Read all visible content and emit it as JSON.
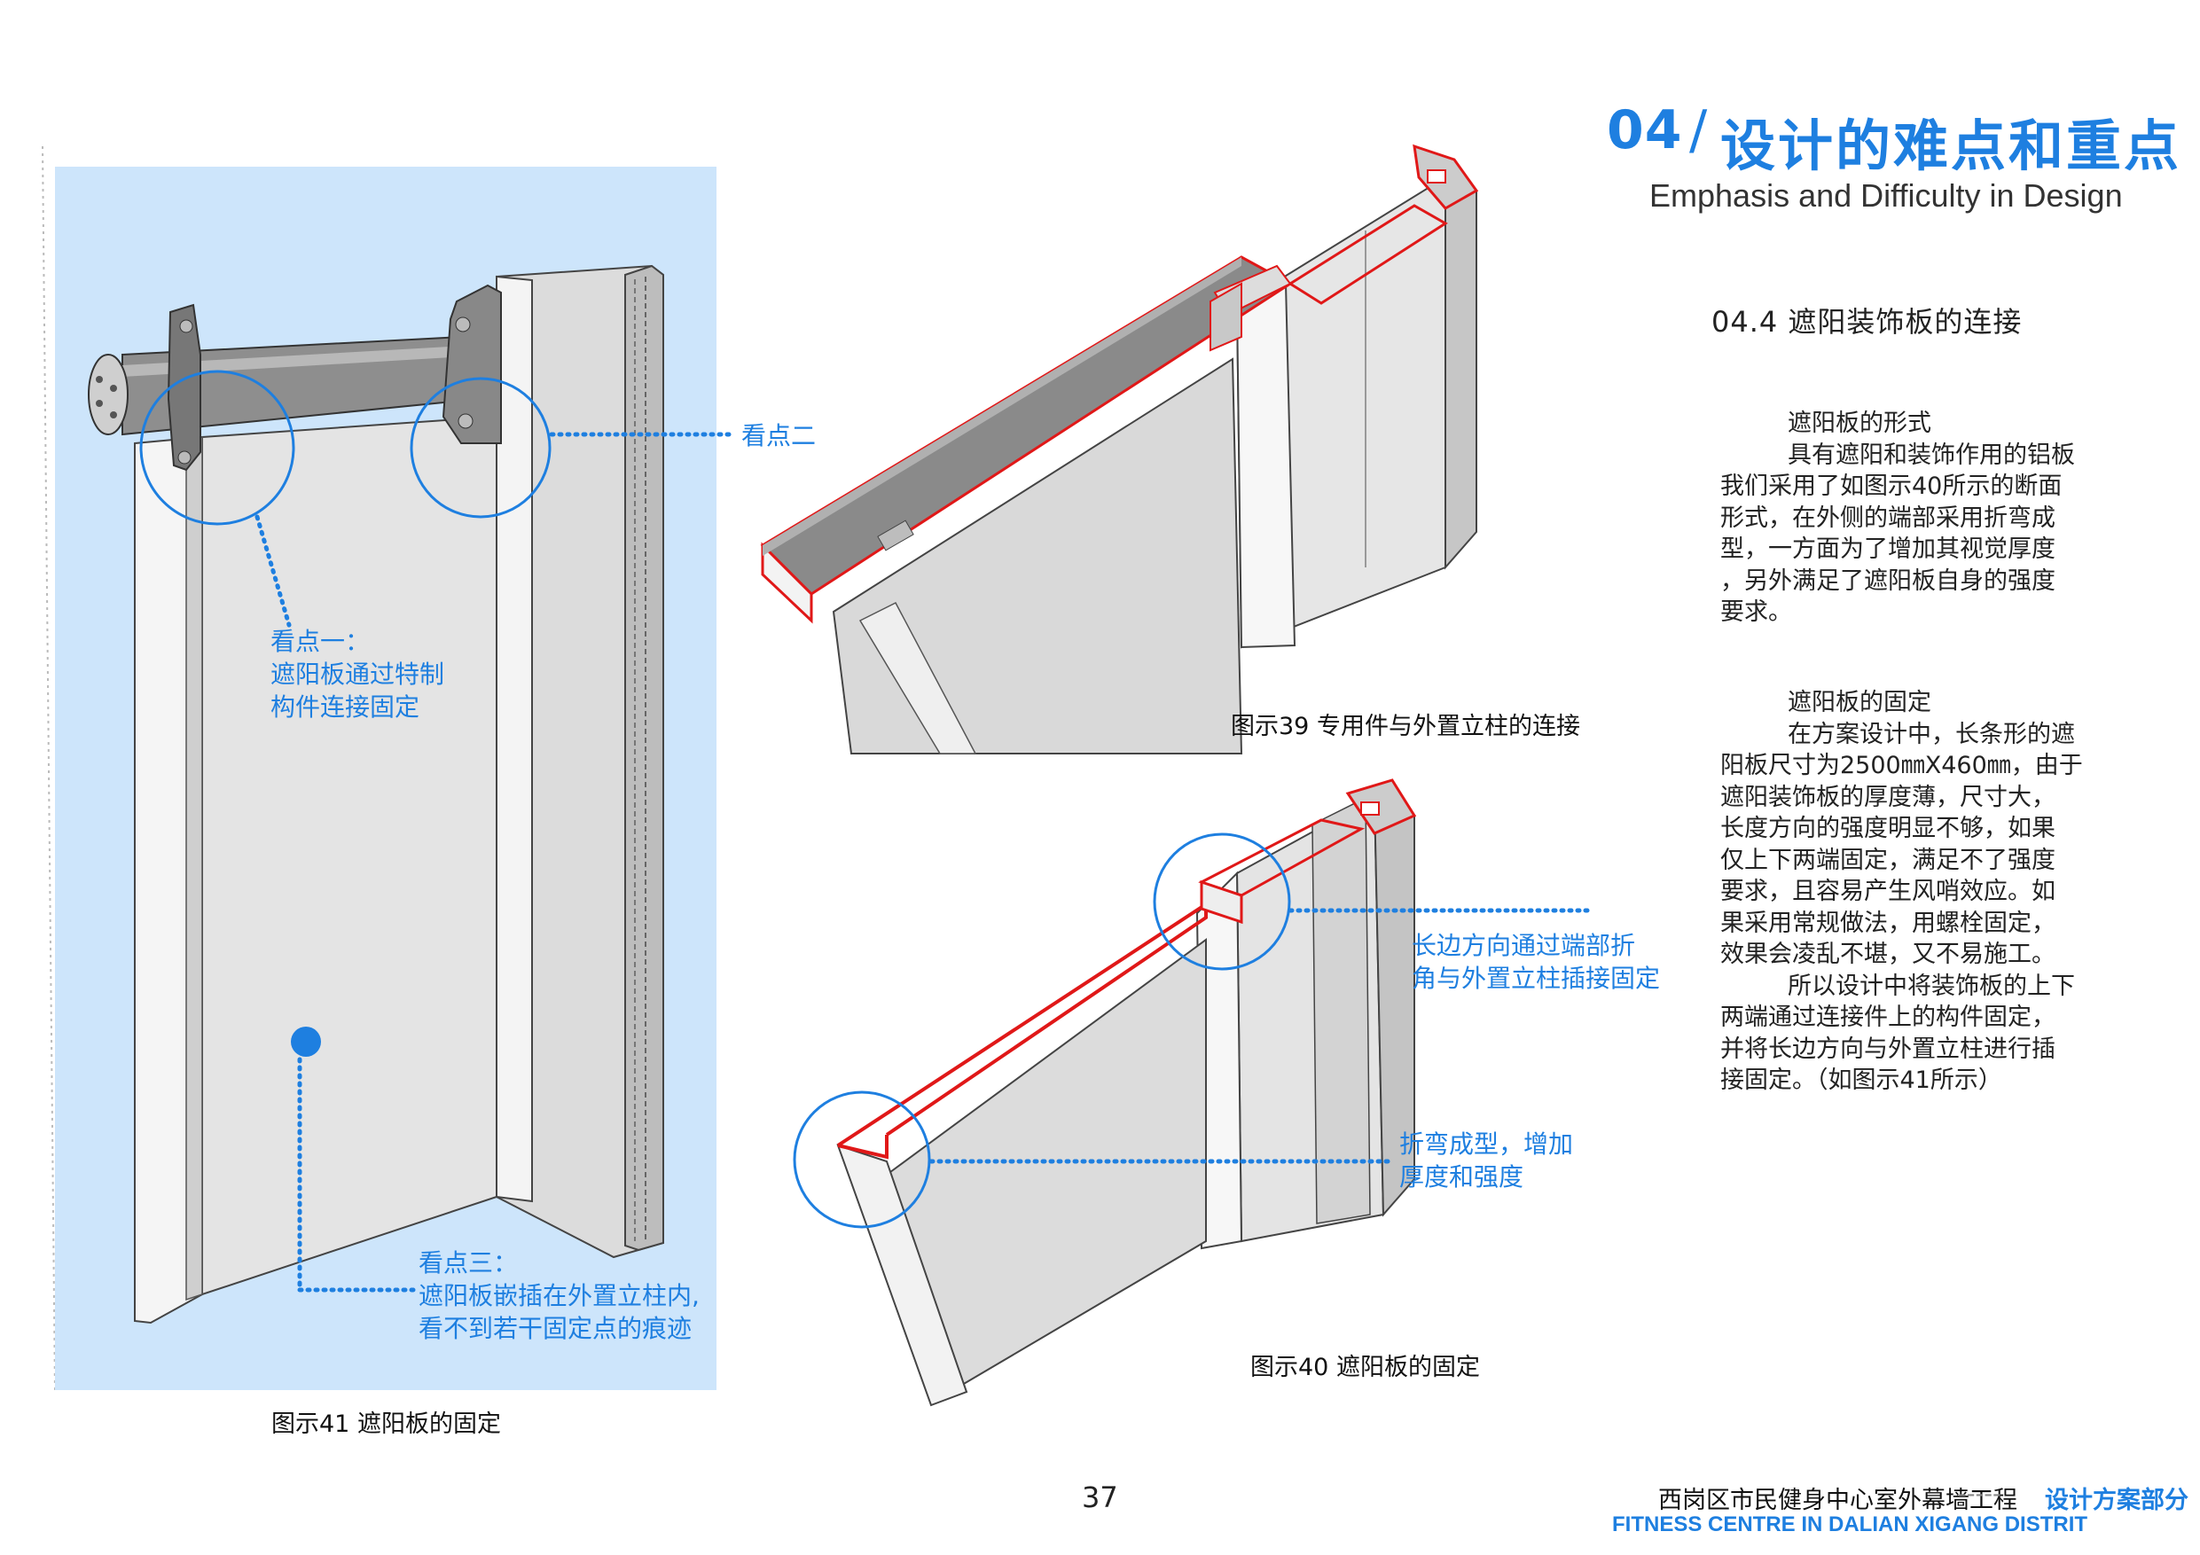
{
  "header": {
    "number": "04",
    "slash": "/",
    "title": "设计的难点和重点",
    "subtitle": "Emphasis and Difficulty in Design"
  },
  "section": {
    "title": "04.4  遮阳装饰板的连接",
    "paragraph1": {
      "heading": "遮阳板的形式",
      "lines": [
        "具有遮阳和装饰作用的铝板",
        "我们采用了如图示40所示的断面",
        "形式，在外侧的端部采用折弯成",
        "型，一方面为了增加其视觉厚度",
        "，另外满足了遮阳板自身的强度",
        "要求。"
      ]
    },
    "paragraph2": {
      "heading": "遮阳板的固定",
      "lines": [
        "在方案设计中，长条形的遮",
        "阳板尺寸为2500㎜X460㎜，由于",
        "遮阳装饰板的厚度薄，尺寸大，",
        "长度方向的强度明显不够，如果",
        "仅上下两端固定，满足不了强度",
        "要求，且容易产生风哨效应。如",
        "果采用常规做法，用螺栓固定，",
        "效果会凌乱不堪，又不易施工。",
        "所以设计中将装饰板的上下",
        "两端通过连接件上的构件固定，",
        "并将长边方向与外置立柱进行插",
        "接固定。（如图示41所示）"
      ]
    }
  },
  "figures": {
    "fig41": {
      "caption": "图示41  遮阳板的固定",
      "point1": [
        "看点一：",
        "遮阳板通过特制",
        "构件连接固定"
      ],
      "point2": "看点二",
      "point3": [
        "看点三：",
        "遮阳板嵌插在外置立柱内,",
        "看不到若干固定点的痕迹"
      ]
    },
    "fig39": {
      "caption": "图示39  专用件与外置立柱的连接"
    },
    "fig40": {
      "caption": "图示40  遮阳板的固定",
      "note1": [
        "长边方向通过端部折",
        "角与外置立柱插接固定"
      ],
      "note2": [
        "折弯成型，增加",
        "厚度和强度"
      ]
    }
  },
  "footer": {
    "page": "37",
    "project": "西岗区市民健身中心室外幕墙工程",
    "dash": "-----",
    "part": "设计方案部分",
    "english": "FITNESS CENTRE IN DALIAN XIGANG DISTRIT"
  },
  "colors": {
    "accent": "#1e7fe0",
    "highlight_red": "#e01818",
    "fig41_background": "#cde5fb"
  }
}
